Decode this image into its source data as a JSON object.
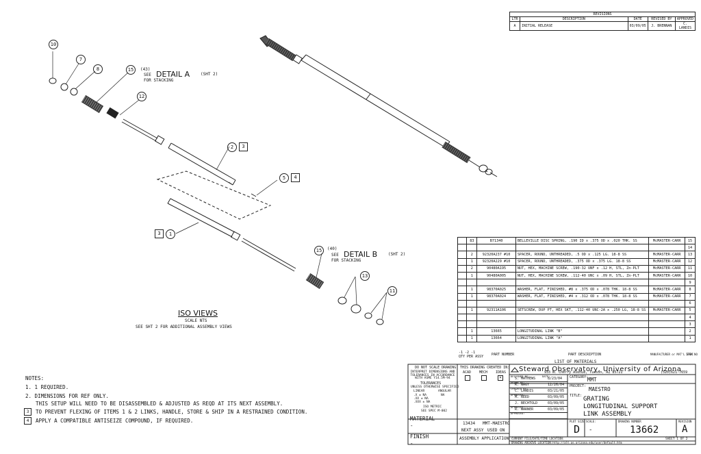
{
  "revisions": {
    "title": "REVISIONS",
    "headers": [
      "LTR",
      "DESCRIPTION",
      "DATE",
      "REVISED BY",
      "APPROVED"
    ],
    "rows": [
      [
        "A",
        "INITIAL RELEASE",
        "03/09/05",
        "J. BRENNAN",
        "C. LANDIS"
      ]
    ]
  },
  "callouts": {
    "detail_a_qty": "(43)",
    "detail_a_see": "SEE",
    "detail_a": "DETAIL A",
    "detail_a_sht": "(SHT 2)",
    "detail_a_for": "FOR STACKING",
    "detail_b_qty": "(40)",
    "detail_b_see": "SEE",
    "detail_b": "DETAIL B",
    "detail_b_sht": "(SHT 2)",
    "detail_b_for": "FOR STACKING",
    "balloons": [
      "10",
      "7",
      "8",
      "15",
      "12",
      "2",
      "3",
      "5",
      "4",
      "3",
      "1",
      "15",
      "13",
      "11"
    ]
  },
  "iso": {
    "title": "ISO VIEWS",
    "scale": "SCALE NTS",
    "note": "SEE SHT 2 FOR ADDITIONAL ASSEMBLY VIEWS"
  },
  "notes": {
    "title": "NOTES:",
    "items": [
      "1. 1 REQUIRED.",
      "2. DIMENSIONS FOR REF ONLY.",
      "THIS SETUP WILL NEED TO BE DISASSEMBLED & ADJUSTED AS REQD AT ITS NEXT ASSEMBLY.",
      "TO PREVENT FLEXING OF ITEMS 1 & 2 LINKS, HANDLE, STORE & SHIP IN A RESTRAINED CONDITION.",
      "APPLY A COMPATIBLE ANTISEIZE COMPOUND, IF REQUIRED."
    ],
    "flags": [
      "3",
      "4"
    ]
  },
  "bom": {
    "rows": [
      [
        "",
        "83",
        "B71340",
        "BELLEVILLE DISC SPRING, .190 ID x .375 OD x .020 THK. SS",
        "McMASTER-CARR",
        "15"
      ],
      [
        "",
        "",
        "",
        "",
        "",
        "14"
      ],
      [
        "",
        "2",
        "92320A237 #10",
        "SPACER, ROUND, UNTHREADED, .5 OD x .125 LG. 18-8 SS",
        "McMASTER-CARR",
        "13"
      ],
      [
        "",
        "1",
        "92320A229 #10",
        "SPACER, ROUND, UNTHREADED, .375 OD x .375 LG. 18-8 SS",
        "McMASTER-CARR",
        "12"
      ],
      [
        "",
        "2",
        "90480A195",
        "NUT, HEX, MACHINE SCREW, .190-32 UNF x .12 H, STL, Zn-PLT",
        "McMASTER-CARR",
        "11"
      ],
      [
        "",
        "1",
        "90480A005",
        "NUT, HEX, MACHINE SCREW, .112-40 UNC x .09 H, STL, Zn-PLT",
        "McMASTER-CARR",
        "10"
      ],
      [
        "",
        "",
        "",
        "",
        "",
        "9"
      ],
      [
        "",
        "1",
        "98370A025",
        "WASHER, FLAT, FINISHED, #8 x .375 OD x .078 THK. 18-8 SS",
        "McMASTER-CARR",
        "8"
      ],
      [
        "",
        "1",
        "98370A024",
        "WASHER, FLAT, FINISHED, #4 x .312 OD x .078 THK. 18-8 SS",
        "McMASTER-CARR",
        "7"
      ],
      [
        "",
        "",
        "",
        "",
        "",
        "6"
      ],
      [
        "",
        "1",
        "92311A106",
        "SETSCREW, DUP PT, HEX SKT, .112-40 UNC-2A x .250 LG, 18-8 SS",
        "McMASTER-CARR",
        "5"
      ],
      [
        "",
        "",
        "",
        "",
        "",
        "4"
      ],
      [
        "",
        "",
        "",
        "",
        "",
        "3"
      ],
      [
        "",
        "1",
        "13665",
        "LONGITUDINAL LINK \"B\"",
        "",
        "2"
      ],
      [
        "",
        "1",
        "13664",
        "LONGITUDINAL LINK \"A\"",
        "",
        "1"
      ]
    ],
    "footer": [
      "-1 -2 -1",
      "QTY PER ASSY",
      "PART NUMBER",
      "PART DESCRIPTION",
      "MANUFACTURER or MAT'L SPEC",
      "ITEM NO"
    ],
    "list_title": "LIST OF MATERIALS"
  },
  "title_block": {
    "do_not_scale": "DO NOT SCALE DRAWING",
    "interpret": "INTERPRET DIMENSIONS AND TOLERANCES IN ACCORDANCE WITH ASME Y14.5M-94",
    "tolerances": "TOLERANCES",
    "unless": "UNLESS OTHERWISE SPECIFIED",
    "linear": "LINEAR",
    "angular": "ANGULAR",
    "tol_rows": [
      ".X   ± NA",
      ".XX  ± NA",
      ".XXX ± NA"
    ],
    "tol_ang": "NA",
    "iso_metric": "ISO METRIC",
    "see_spec": "SEE SPEC M-002",
    "material": "MATERIAL",
    "material_val": "-",
    "finish": "FINISH",
    "finish_val": "-",
    "created_in": "THIS DRAWING CREATED IN:",
    "cad": [
      "ACAD",
      "MECH",
      "IDEAS"
    ],
    "next_assy_num": "13434",
    "next_assy_name": "MMT-MAESTRO",
    "next_assy": "NEXT ASSY",
    "used_on": "USED ON",
    "assembly_app": "ASSEMBLY APPLICATION",
    "org": "Steward Observatory, University of Arizona",
    "address": "933 N. Cherry Avenue, Tucson, AZ 85721",
    "phone": "(520)621-7659",
    "people": [
      {
        "role": "DESIGNED BY:",
        "name": "S. MATHEWS",
        "date_label": "DATE:",
        "date": "8/23/04"
      },
      {
        "role": "DRAWN BY:",
        "name": "R. NAGY",
        "date_label": "",
        "date": "12/26/04"
      },
      {
        "role": "CHECKED BY:",
        "name": "C. LANDIS",
        "date_label": "",
        "date": "03/21/05"
      },
      {
        "role": "APPROVED:",
        "name": "M. REED",
        "date_label": "",
        "date": "03/09/05"
      },
      {
        "role": "",
        "name": "J. BECHTOLD",
        "date_label": "",
        "date": "03/09/05"
      },
      {
        "role": "APPROVED:",
        "name": "R. WARNER",
        "date_label": "",
        "date": "03/09/05"
      },
      {
        "role": "APPROVED:",
        "name": "",
        "date_label": "",
        "date": ""
      }
    ],
    "category_label": "CATEGORY:",
    "category": "MMT",
    "project_label": "PROJECT:",
    "project": "MAESTRO",
    "title_label": "TITLE:",
    "title_lines": [
      "GRATING",
      "LONGITUDINAL SUPPORT",
      "LINK ASSEMBLY"
    ],
    "plot_size_label": "PLOT SIZE",
    "scale_label": "SCALE:",
    "plot_size": "D",
    "scale": "-",
    "drawing_number_label": "DRAWING NUMBER",
    "drawing_number": "13662",
    "revision_label": "REVISION",
    "revision": "A",
    "sheet": "SHEET 1  OF 2",
    "current_file": "CURRENT FILE/DATE/TIME LOCATION:",
    "archive": "DRAWING ARCHIVE LOCATION:http://alt.as.arizona.edu/user/default.htm"
  }
}
